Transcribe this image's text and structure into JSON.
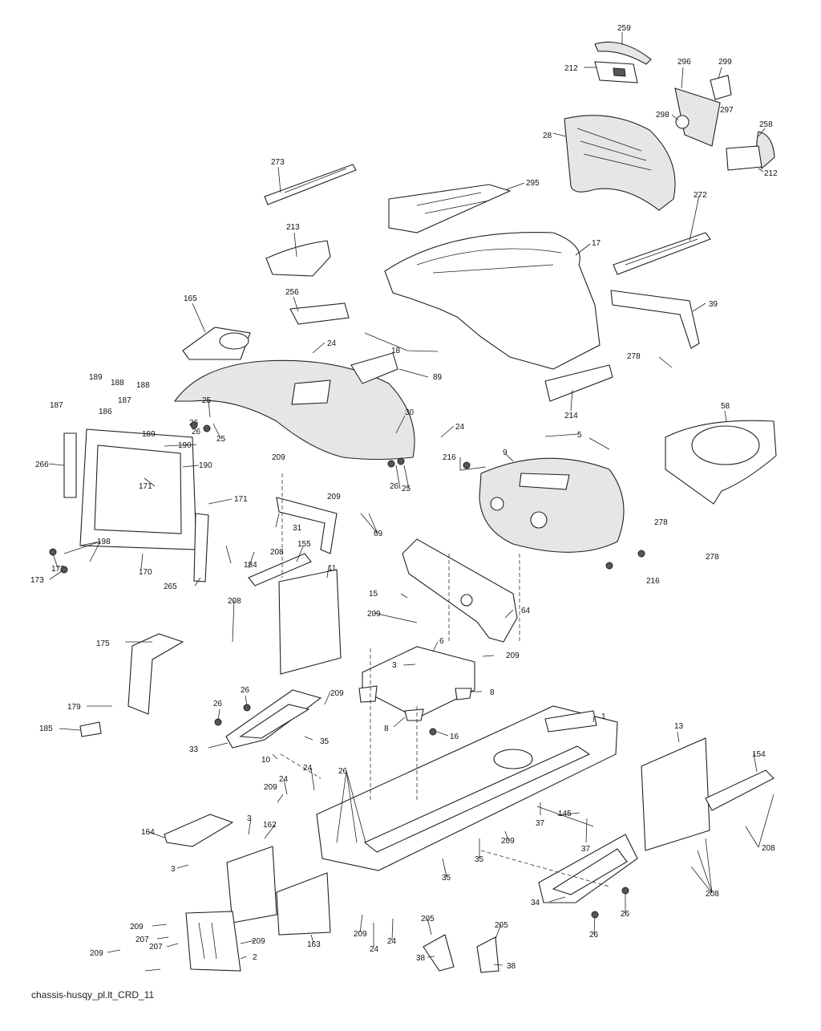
{
  "diagram": {
    "caption": "chassis-husqy_pl.lt_CRD_11",
    "labels": {
      "n1": "1",
      "n2": "2",
      "n3a": "3",
      "n3b": "3",
      "n3c": "3",
      "n5": "5",
      "n6": "6",
      "n8a": "8",
      "n8b": "8",
      "n9": "9",
      "n10": "10",
      "n11": "11",
      "n13": "13",
      "n15": "15",
      "n16": "16",
      "n17": "17",
      "n18": "18",
      "n24a": "24",
      "n24b": "24",
      "n24c": "24",
      "n24d": "24",
      "n24e": "24",
      "n24f": "24",
      "n25a": "25",
      "n25b": "25",
      "n25c": "25",
      "n26a": "26",
      "n26b": "26",
      "n26c": "26",
      "n26d": "26",
      "n26e": "26",
      "n26f": "26",
      "n26g": "26",
      "n26h": "26",
      "n28": "28",
      "n30": "30",
      "n31": "31",
      "n33": "33",
      "n34": "34",
      "n35a": "35",
      "n35b": "35",
      "n35c": "35",
      "n37a": "37",
      "n37b": "37",
      "n38a": "38",
      "n38b": "38",
      "n39": "39",
      "n58": "58",
      "n64": "64",
      "n69": "69",
      "n89": "89",
      "n145": "145",
      "n154": "154",
      "n155": "155",
      "n162": "162",
      "n163": "163",
      "n164": "164",
      "n165": "165",
      "n170": "170",
      "n171a": "171",
      "n171b": "171",
      "n172": "172",
      "n173": "173",
      "n175": "175",
      "n179": "179",
      "n184": "184",
      "n185": "185",
      "n186": "186",
      "n187a": "187",
      "n187b": "187",
      "n188a": "188",
      "n188b": "188",
      "n189a": "189",
      "n189b": "189",
      "n190a": "190",
      "n190b": "190",
      "n198": "198",
      "n205a": "205",
      "n205b": "205",
      "n207a": "207",
      "n207b": "207",
      "n208a": "208",
      "n208b": "208",
      "n208c": "208",
      "n208d": "208",
      "n209a": "209",
      "n209b": "209",
      "n209c": "209",
      "n209d": "209",
      "n209e": "209",
      "n209f": "209",
      "n209g": "209",
      "n209h": "209",
      "n209i": "209",
      "n209j": "209",
      "n209k": "209",
      "n212a": "212",
      "n212b": "212",
      "n213": "213",
      "n214": "214",
      "n216a": "216",
      "n216b": "216",
      "n256": "256",
      "n258": "258",
      "n259": "259",
      "n265": "265",
      "n266": "266",
      "n272": "272",
      "n273": "273",
      "n278a": "278",
      "n278b": "278",
      "n278c": "278",
      "n295": "295",
      "n296": "296",
      "n297": "297",
      "n298": "298",
      "n299": "299"
    }
  }
}
